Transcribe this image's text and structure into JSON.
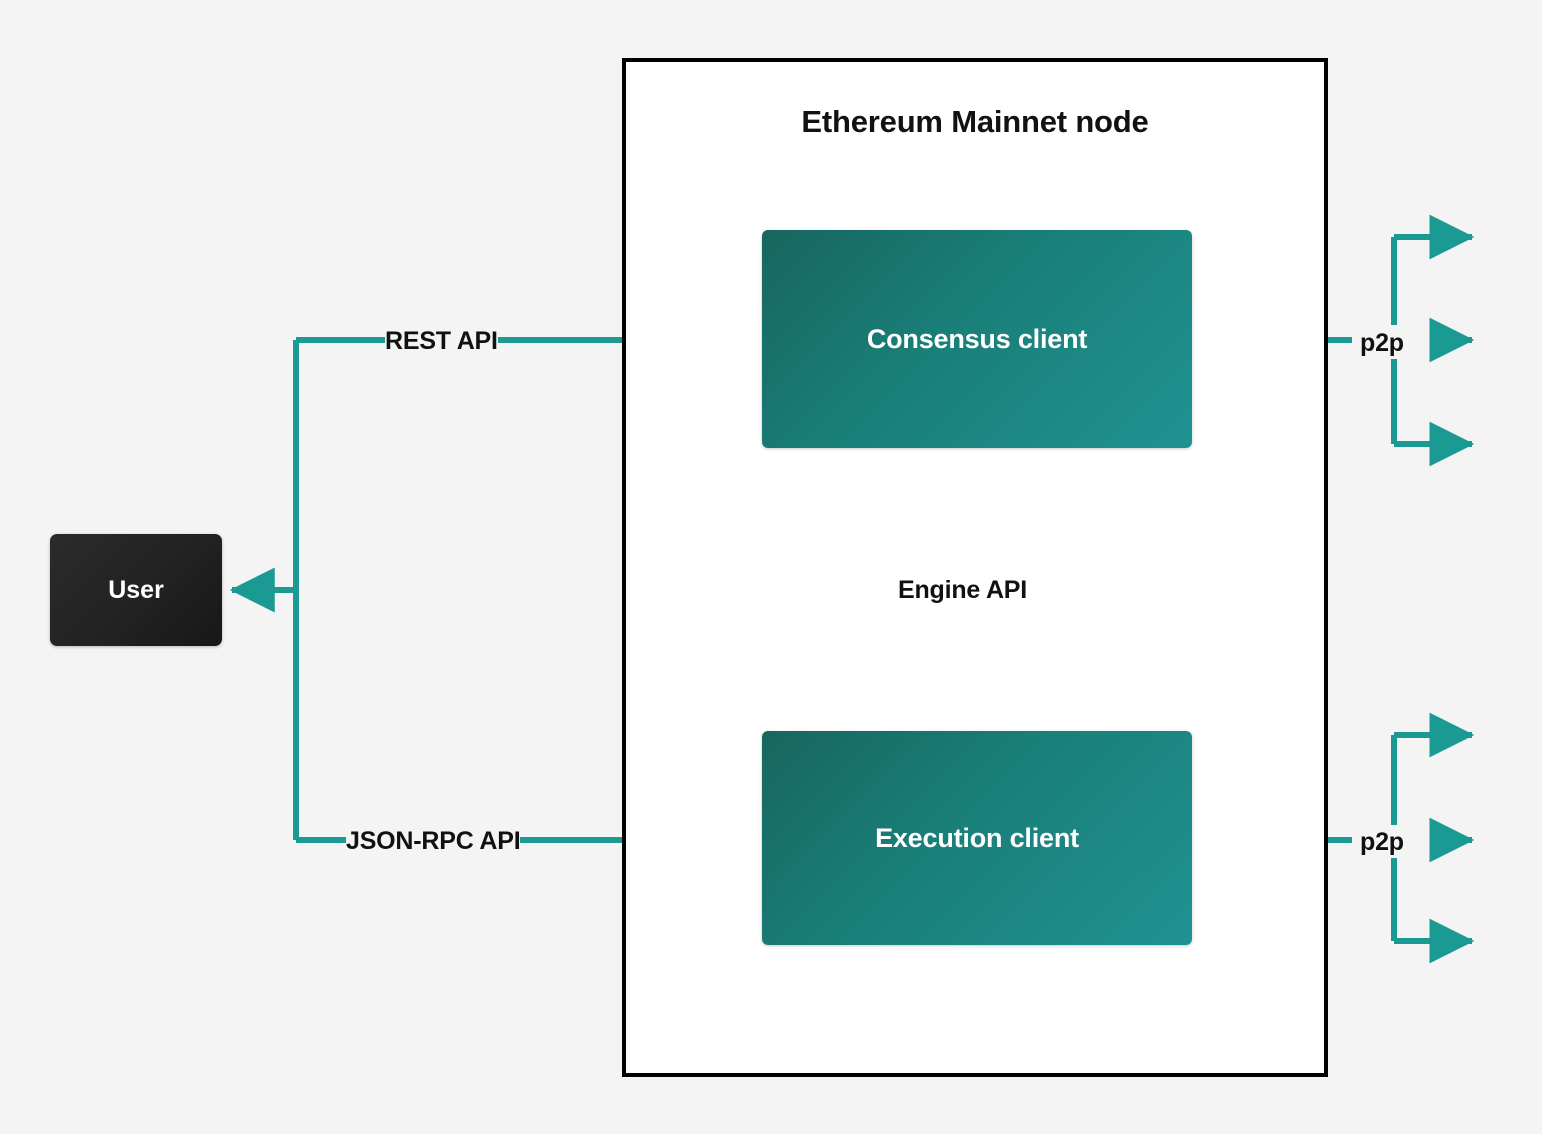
{
  "diagram": {
    "title": "Ethereum Mainnet node",
    "background_color": "#f4f4f4",
    "accent_color": "#1a9a93",
    "node_border_color": "#000000",
    "client_box_gradient_from": "#17665f",
    "client_box_gradient_to": "#1f9291",
    "user_box_color": "#1f1f1f"
  },
  "nodes": {
    "user": {
      "label": "User"
    },
    "consensus_client": {
      "label": "Consensus client"
    },
    "execution_client": {
      "label": "Execution client"
    }
  },
  "edges": {
    "rest_api": {
      "label": "REST API",
      "from": "user",
      "to": "consensus_client",
      "style": "solid",
      "direction": "bidirectional-routed"
    },
    "json_rpc_api": {
      "label": "JSON-RPC API",
      "from": "user",
      "to": "execution_client",
      "style": "solid",
      "direction": "bidirectional-routed"
    },
    "engine_api": {
      "label": "Engine API",
      "from": "consensus_client",
      "to": "execution_client",
      "style": "solid-down-and-dotted-up",
      "direction": "bidirectional"
    },
    "p2p_consensus": {
      "label": "p2p",
      "attached_to": "consensus_client",
      "style": "solid",
      "branches": 3,
      "direction": "bidirectional"
    },
    "p2p_execution": {
      "label": "p2p",
      "attached_to": "execution_client",
      "style": "solid",
      "branches": 3,
      "direction": "bidirectional"
    }
  }
}
